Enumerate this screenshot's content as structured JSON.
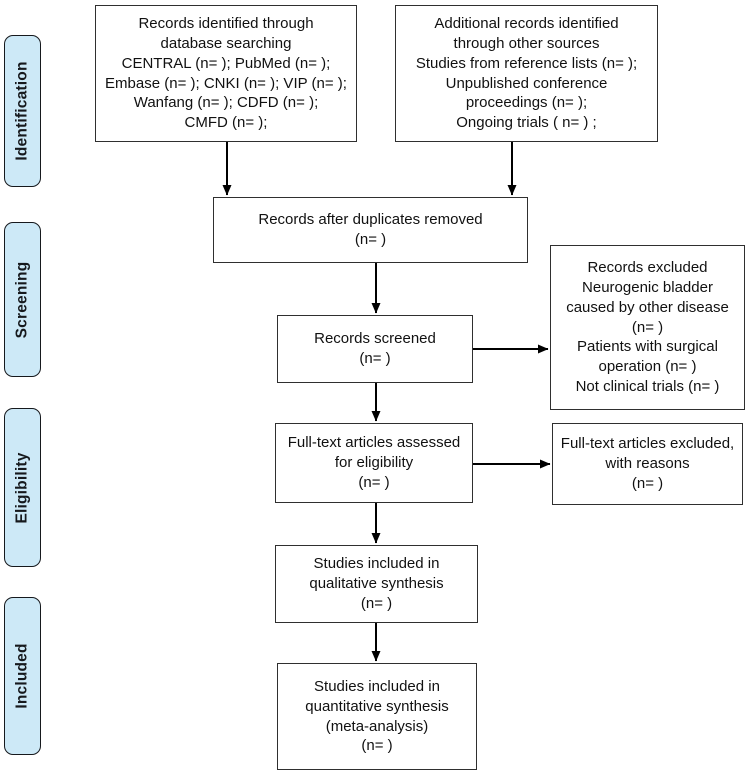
{
  "diagram_type": "prisma-flow-diagram",
  "colors": {
    "stage_fill": "#cde9f7",
    "stage_border": "#16191d",
    "node_border": "#2f2f2f",
    "arrow": "#000000",
    "background": "#ffffff"
  },
  "stages": [
    {
      "id": "identification",
      "label": "Identification"
    },
    {
      "id": "screening",
      "label": "Screening"
    },
    {
      "id": "eligibility",
      "label": "Eligibility"
    },
    {
      "id": "included",
      "label": "Included"
    }
  ],
  "nodes": {
    "records_identified": {
      "text": "Records identified through\ndatabase searching\nCENTRAL (n= ); PubMed (n= );\nEmbase (n= ); CNKI (n= ); VIP (n= );\nWanfang (n= ); CDFD (n= );\nCMFD (n= );"
    },
    "additional_records": {
      "text": "Additional records identified\nthrough other sources\nStudies from reference lists (n= );\nUnpublished conference\nproceedings (n= );\nOngoing trials ( n= ) ;"
    },
    "duplicates_removed": {
      "text": "Records after duplicates removed\n(n= )"
    },
    "records_screened": {
      "text": "Records screened\n(n= )"
    },
    "records_excluded": {
      "text": "Records excluded\nNeurogenic bladder\ncaused by other disease\n(n= )\nPatients with surgical\noperation (n= )\nNot clinical trials (n= )"
    },
    "fulltext_assessed": {
      "text": "Full-text articles assessed\nfor eligibility\n(n= )"
    },
    "fulltext_excluded": {
      "text": "Full-text articles excluded,\nwith reasons\n(n= )"
    },
    "qualitative": {
      "text": "Studies included in\nqualitative synthesis\n(n= )"
    },
    "quantitative": {
      "text": "Studies included in\nquantitative synthesis\n(meta-analysis)\n(n= )"
    }
  }
}
